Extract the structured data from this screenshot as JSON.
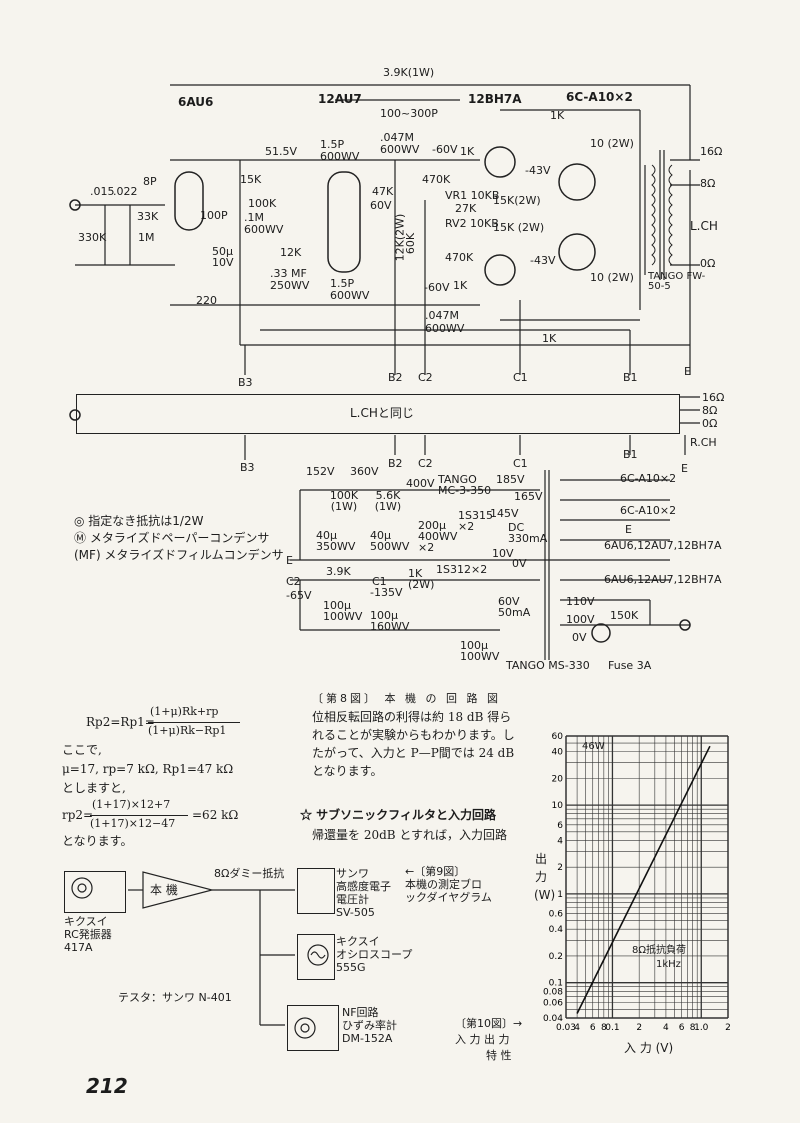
{
  "page_number": "212",
  "schematic": {
    "tubes": [
      "6AU6",
      "12AU7",
      "12BH7A",
      "6C-A10×2"
    ],
    "parts": [
      "3.9K(1W)",
      "100~300P",
      "1K",
      "10 (2W)",
      "10 (2W)",
      "16Ω",
      "8Ω",
      "0Ω",
      "L.CH",
      "TANGO FW-50-5",
      ".015",
      ".022",
      "8P",
      "33K",
      "330K",
      "1M",
      "15K",
      "100K",
      ".1M",
      "600WV",
      "1.5P",
      "600WV",
      ".047M",
      "600WV",
      "-60V",
      "1K",
      "470K",
      "27K",
      "VR1 10KB",
      "RV2 10KB",
      "470K",
      "1K",
      "-60V",
      "15K(2W)",
      "15K (2W)",
      "-43V",
      "-43V",
      "47K",
      "60V",
      "12K(2W)",
      "60K",
      "100P",
      "50μ 10V",
      "220",
      "12K",
      ".33 MF",
      "250WV",
      "1.5P",
      "600WV",
      ".047M",
      "600WV",
      "51.5V",
      "1K"
    ],
    "rails": [
      "B3",
      "B2",
      "C2",
      "C1",
      "B1",
      "E"
    ],
    "rch_box": "L.CHと同じ",
    "rch_labels": [
      "16Ω",
      "8Ω",
      "0Ω",
      "R.CH",
      "E"
    ],
    "supply": [
      "152V",
      "360V",
      "B3",
      "B2",
      "C2",
      "C1",
      "B1",
      "100K (1W)",
      "5.6K (1W)",
      "400V",
      "TANGO MC-3-350",
      "185V",
      "165V",
      "145V",
      "DC 330mA",
      "10V",
      "0V",
      "40μ 350WV",
      "40μ 500WV",
      "200μ 400WV ×2",
      "1S315 ×2",
      "E",
      "C2",
      "-65V",
      "3.9K",
      "C1",
      "-135V",
      "1K (2W)",
      "1S312×2",
      "60V 50mA",
      "100μ 100WV",
      "100μ 160WV",
      "100μ 100WV",
      "6C-A10×2",
      "6C-A10×2",
      "E",
      "6AU6,12AU7,12BH7A",
      "6AU6,12AU7,12BH7A",
      "110V",
      "100V",
      "0V",
      "150K",
      "TANGO MS-330",
      "Fuse 3A"
    ]
  },
  "legend": [
    "◎ 指定なき抵抗は1/2W",
    "Ⓜ メタライズドペーパーコンデンサ",
    "(MF) メタライズドフィルムコンデンサ"
  ],
  "fig8_caption": "〔第8図〕 本 機 の 回 路 図",
  "body_text": [
    "位相反転回路の利得は約 18 dB 得ら",
    "れることが実験からもわかります。し",
    "たがって、入力と P—P間では 24 dB",
    "となります。"
  ],
  "section_heading": "☆ サブソニックフィルタと入力回路",
  "section_text": "帰還量を 20dB とすれば，入力回路",
  "formula": {
    "line1_lhs": "Rp2=Rp1=",
    "line1_num": "(1+μ)Rk+rp",
    "line1_den": "(1+μ)Rk−Rp1",
    "l2": "ここで,",
    "l3": "μ=17,  rp=7 kΩ,  Rp1=47 kΩ",
    "l4": "としますと,",
    "l5_lhs": "rp2=",
    "l5_num": "(1+17)×12+7",
    "l5_den": "(1+17)×12−47",
    "l5_rhs": "=62 kΩ",
    "l6": "となります。"
  },
  "block": {
    "gen_name": "キクスイ",
    "gen_type": "RC発振器",
    "gen_model": "417A",
    "amp": "本 機",
    "dummy": "8Ωダミー抵抗",
    "meter1": [
      "サンワ",
      "高感度電子",
      "電圧計",
      "SV-505"
    ],
    "meter2": [
      "キクスイ",
      "オシロスコープ",
      "555G"
    ],
    "meter3": [
      "NF回路",
      "ひずみ率計",
      "DM-152A"
    ],
    "tester": "テスタ：サンワ N-401",
    "fig9": [
      "←〔第9図〕",
      "本機の測定ブロ",
      "ックダイヤグラム"
    ]
  },
  "fig10": [
    "〔第10図〕→",
    "入 力 出 力",
    "特 性"
  ],
  "chart_data": {
    "type": "line",
    "title": "",
    "xlabel": "入 力 (V)",
    "ylabel": "出 力 (W)",
    "x_scale": "log",
    "y_scale": "log",
    "xlim": [
      0.03,
      2
    ],
    "ylim": [
      0.04,
      60
    ],
    "x_ticks": [
      "0.03",
      "4",
      "6",
      "8",
      "0.1",
      "2",
      "4",
      "6",
      "8",
      "1.0",
      "2"
    ],
    "y_ticks": [
      "60",
      "40",
      "20",
      "10",
      "6",
      "4",
      "2",
      "1",
      "0.6",
      "0.4",
      "0.2",
      "0.1",
      "0.08",
      "0.06",
      "0.04"
    ],
    "annotations": [
      "46W",
      "8Ω抵抗負荷",
      "1kHz"
    ],
    "series": [
      {
        "values": [
          {
            "x": 0.04,
            "y": 0.045
          },
          {
            "x": 1.25,
            "y": 46
          }
        ]
      }
    ]
  }
}
